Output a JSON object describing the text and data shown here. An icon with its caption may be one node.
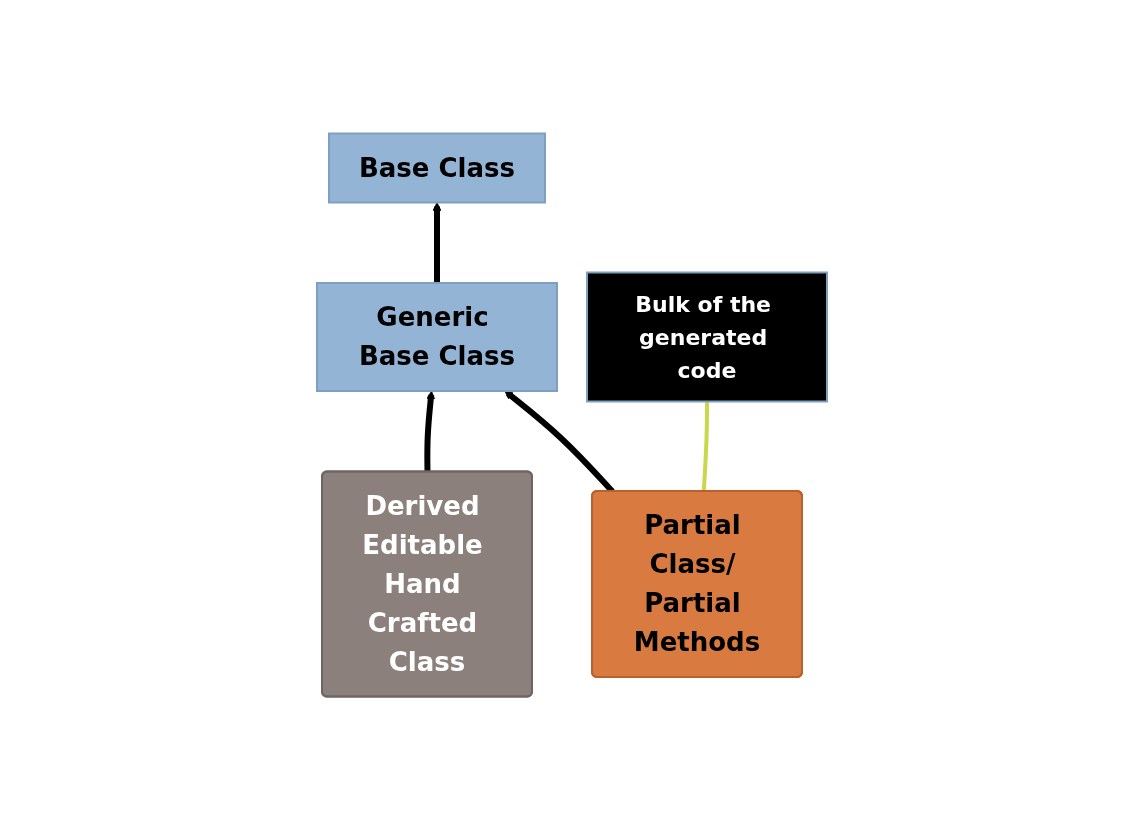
{
  "diagram": {
    "nodes": [
      {
        "text": [
          "Base Class"
        ]
      },
      {
        "text": [
          "Generic Base Class"
        ]
      },
      {
        "text": [
          "Derived Editable Hand Crafted Class"
        ]
      },
      {
        "text": [
          "Partial Class/ Partial Methods"
        ]
      },
      {
        "text": [
          "Bulk of the generated code"
        ]
      }
    ],
    "edges": [
      {
        "from": 1,
        "to": 0,
        "arrow": "to"
      },
      {
        "from": 2,
        "to": 1,
        "arrow": "to"
      },
      {
        "from": 3,
        "to": 1,
        "arrow": "to"
      },
      {
        "from": 3,
        "to": 4,
        "arrow": "none",
        "color": "#c8d84a"
      }
    ]
  }
}
